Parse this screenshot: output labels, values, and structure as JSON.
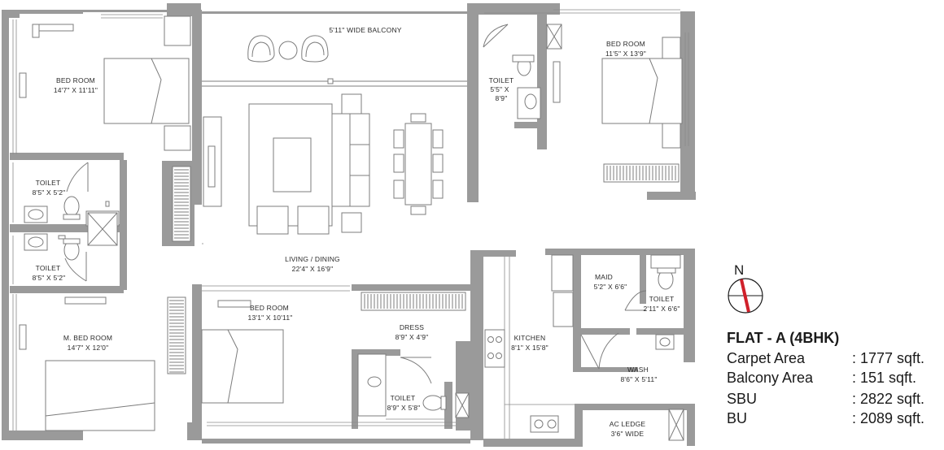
{
  "rooms": {
    "balcony": {
      "name": "5'11\" WIDE BALCONY"
    },
    "bed1": {
      "name": "BED ROOM",
      "size": "14'7\" X 11'11\""
    },
    "bed2": {
      "name": "BED ROOM",
      "size": "11'5\" X 13'9\""
    },
    "toilet_ne": {
      "name": "TOILET",
      "size1": "5'5\" X",
      "size2": "8'9\""
    },
    "toilet_w1": {
      "name": "TOILET",
      "size": "8'5\" X 5'2\""
    },
    "toilet_w2": {
      "name": "TOILET",
      "size": "8'5\" X 5'2\""
    },
    "living": {
      "name": "LIVING / DINING",
      "size": "22'4\" X 16'9\""
    },
    "master": {
      "name": "M. BED ROOM",
      "size": "14'7\" X 12'0\""
    },
    "bed3": {
      "name": "BED ROOM",
      "size": "13'1\" X 10'11\""
    },
    "dress": {
      "name": "DRESS",
      "size": "8'9\" X 4'9\""
    },
    "toilet_s": {
      "name": "TOILET",
      "size": "8'9\" X 5'8\""
    },
    "kitchen": {
      "name": "KITCHEN",
      "size": "8'1\" X 15'8\""
    },
    "maid": {
      "name": "MAID",
      "size": "5'2\" X 6'6\""
    },
    "toilet_maid": {
      "name": "TOILET",
      "size": "2'11\" X 6'6\""
    },
    "wash": {
      "name": "WASH",
      "size": "8'6\" X 5'11\""
    },
    "ac_ledge": {
      "name": "AC LEDGE",
      "size": "3'6\" WIDE"
    }
  },
  "compass": {
    "label": "N",
    "needle_color": "#d0202a"
  },
  "legend": {
    "title": "FLAT - A (4BHK)",
    "rows": [
      {
        "label": "Carpet Area",
        "value": ": 1777 sqft."
      },
      {
        "label": "Balcony Area",
        "value": ": 151 sqft."
      },
      {
        "label": "SBU",
        "value": ": 2822 sqft."
      },
      {
        "label": "BU",
        "value": ": 2089 sqft."
      }
    ]
  }
}
